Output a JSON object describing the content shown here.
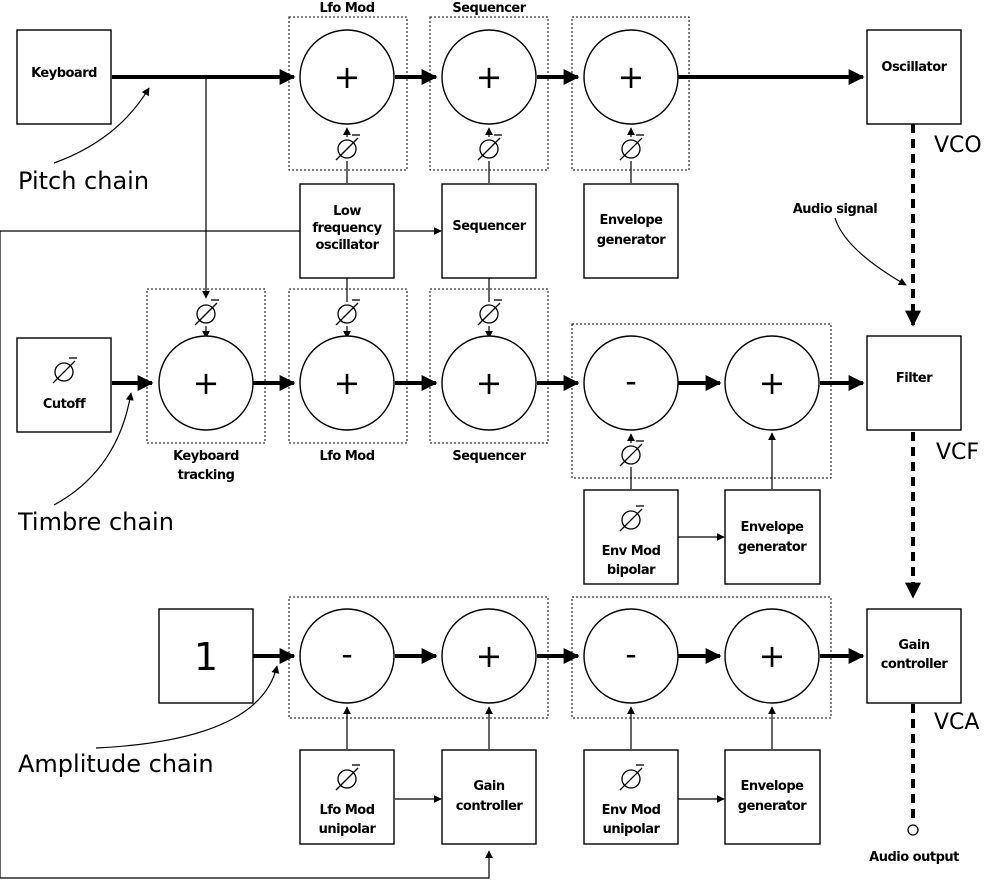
{
  "labels": {
    "keyboard": "Keyboard",
    "oscillator": "Oscillator",
    "vco": "VCO",
    "vcf": "VCF",
    "vca": "VCA",
    "pitch_chain": "Pitch chain",
    "timbre_chain": "Timbre chain",
    "amplitude_chain": "Amplitude chain",
    "audio_signal": "Audio signal",
    "audio_output": "Audio output",
    "lfo_mod": "Lfo Mod",
    "sequencer": "Sequencer",
    "lfo": [
      "Low",
      "frequency",
      "oscillator"
    ],
    "envelope_generator": [
      "Envelope",
      "generator"
    ],
    "cutoff": "Cutoff",
    "keyboard_tracking": [
      "Keyboard",
      "tracking"
    ],
    "filter": "Filter",
    "env_mod_bipolar": [
      "Env Mod",
      "bipolar"
    ],
    "gain_controller": [
      "Gain",
      "controller"
    ],
    "one": "1",
    "lfo_mod_unipolar": [
      "Lfo Mod",
      "unipolar"
    ],
    "env_mod_unipolar": [
      "Env Mod",
      "unipolar"
    ]
  },
  "operators": {
    "plus": "+",
    "minus": "-"
  }
}
